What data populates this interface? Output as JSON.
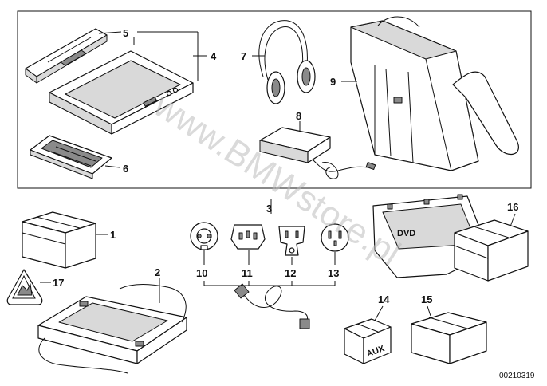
{
  "diagram": {
    "reference_code": "00210319",
    "watermark": "www.BMWstore.pl",
    "labels": {
      "p1": "1",
      "p2": "2",
      "p3": "3",
      "p4": "4",
      "p5": "5",
      "p6": "6",
      "p7": "7",
      "p8": "8",
      "p9": "9",
      "p10": "10",
      "p11": "11",
      "p12": "12",
      "p13": "13",
      "p14": "14",
      "p15": "15",
      "p16": "16",
      "p17": "17"
    },
    "part_markings": {
      "dvd": "DVD",
      "aux": "AUX"
    }
  }
}
